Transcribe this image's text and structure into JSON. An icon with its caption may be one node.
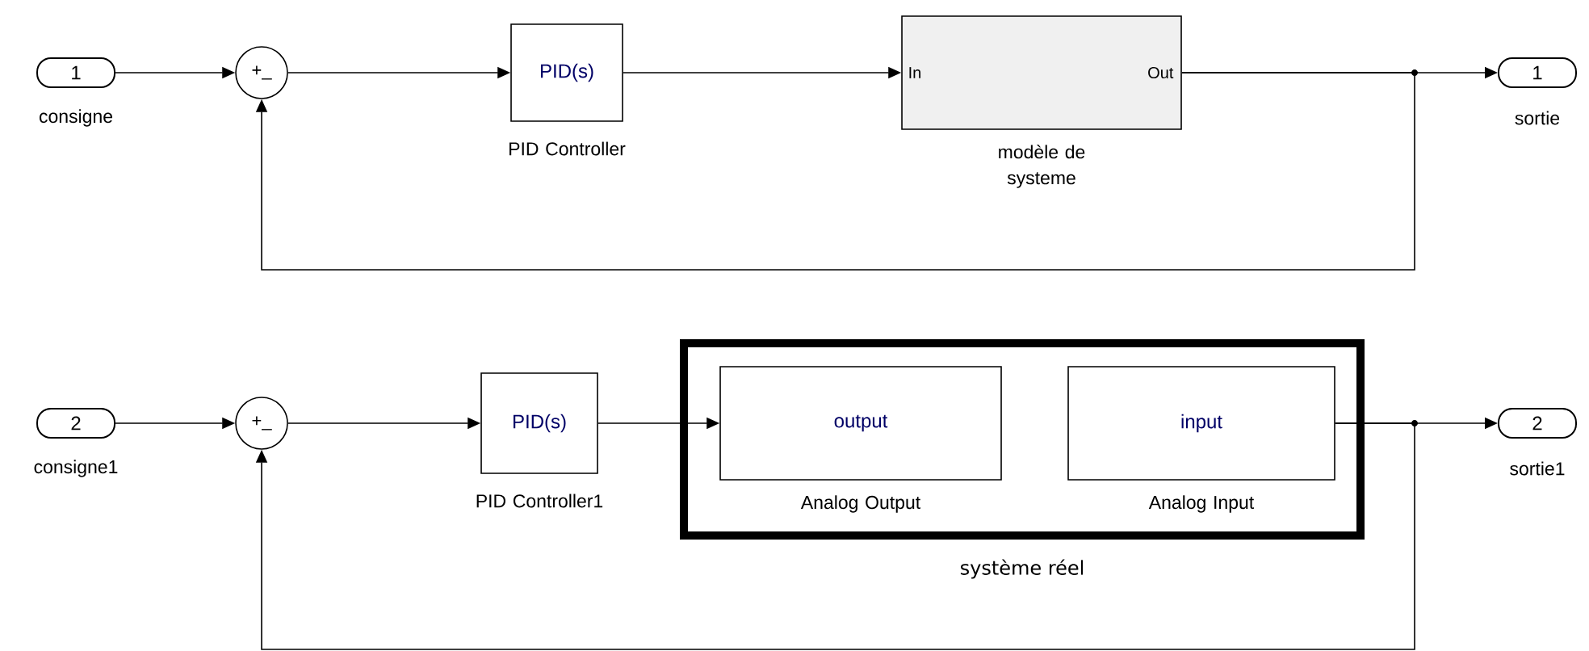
{
  "diagram": {
    "nodes": [
      {
        "text": [
          "1"
        ],
        "beside": [
          "consigne"
        ]
      },
      {
        "text": [
          "+_"
        ]
      },
      {
        "text": [
          "PID(s)"
        ],
        "beside": [
          "PID Controller"
        ]
      },
      {
        "text": [
          "In",
          "Out"
        ],
        "beside": [
          "modèle de systeme"
        ]
      },
      {
        "text": [
          "1"
        ],
        "beside": [
          "sortie"
        ]
      },
      {
        "text": [
          "2"
        ],
        "beside": [
          "consigne1"
        ]
      },
      {
        "text": [
          "+_"
        ]
      },
      {
        "text": [
          "PID(s)"
        ],
        "beside": [
          "PID Controller1"
        ]
      },
      {
        "text": [
          "système réel"
        ]
      },
      {
        "text": [
          "output"
        ],
        "in": 8,
        "beside": [
          "Analog Output"
        ]
      },
      {
        "text": [
          "input"
        ],
        "in": 8,
        "beside": [
          "Analog Input"
        ]
      },
      {
        "text": [
          "2"
        ],
        "beside": [
          "sortie1"
        ]
      }
    ],
    "edges": [
      {
        "from": 0,
        "to": 1,
        "arrow": "to"
      },
      {
        "from": 1,
        "to": 2,
        "arrow": "to"
      },
      {
        "from": 2,
        "to": 3,
        "arrow": "to"
      },
      {
        "from": 3,
        "to": 4,
        "arrow": "to"
      },
      {
        "from": 3,
        "to": 1,
        "arrow": "to"
      },
      {
        "from": 5,
        "to": 6,
        "arrow": "to"
      },
      {
        "from": 6,
        "to": 7,
        "arrow": "to"
      },
      {
        "from": 7,
        "to": 9,
        "arrow": "to"
      },
      {
        "from": 10,
        "to": 11,
        "arrow": "to"
      },
      {
        "from": 10,
        "to": 6,
        "arrow": "to"
      }
    ]
  }
}
